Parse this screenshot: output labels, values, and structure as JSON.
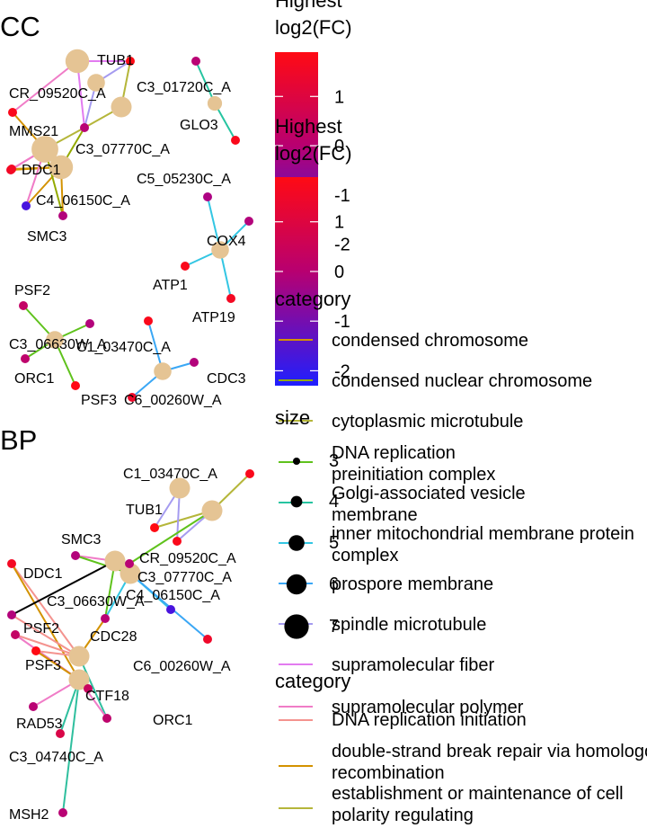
{
  "chart_data": [
    {
      "type": "network",
      "panel": "CC",
      "nodes": [
        {
          "id": "TUB1",
          "kind": "gene",
          "fc": 1.9
        },
        {
          "id": "C3_01720C_A",
          "kind": "gene",
          "fc": 0.6
        },
        {
          "id": "CR_09520C_A",
          "kind": "gene",
          "fc": 1.8
        },
        {
          "id": "GLO3",
          "kind": "gene",
          "fc": 1.8
        },
        {
          "id": "MMS21",
          "kind": "gene",
          "fc": 1.6
        },
        {
          "id": "C3_07770C_A",
          "kind": "gene",
          "fc": 0.6
        },
        {
          "id": "DDC1",
          "kind": "gene",
          "fc": 1.7
        },
        {
          "id": "C4_06150C_A",
          "kind": "gene",
          "fc": -1.5
        },
        {
          "id": "C5_05230C_A",
          "kind": "gene",
          "fc": 0.4
        },
        {
          "id": "SMC3",
          "kind": "gene",
          "fc": 0.5
        },
        {
          "id": "COX4",
          "kind": "gene",
          "fc": 0.5
        },
        {
          "id": "ATP1",
          "kind": "gene",
          "fc": 1.8
        },
        {
          "id": "ATP19",
          "kind": "gene",
          "fc": 1.7
        },
        {
          "id": "PSF2",
          "kind": "gene",
          "fc": 0.8
        },
        {
          "id": "C3_06630W_A",
          "kind": "gene",
          "fc": 0.5
        },
        {
          "id": "C1_03470C_A",
          "kind": "gene",
          "fc": 1.8
        },
        {
          "id": "ORC1",
          "kind": "gene",
          "fc": 0.7
        },
        {
          "id": "CDC3",
          "kind": "gene",
          "fc": 0.5
        },
        {
          "id": "PSF3",
          "kind": "gene",
          "fc": 1.9
        },
        {
          "id": "C6_00260W_A",
          "kind": "gene",
          "fc": 1.6
        },
        {
          "id": "",
          "kind": "category",
          "category": "supramolecular fiber",
          "size": 6
        },
        {
          "id": "",
          "kind": "category",
          "category": "cytoplasmic microtubule",
          "size": 5
        },
        {
          "id": "",
          "kind": "category",
          "category": "spindle microtubule",
          "size": 4
        },
        {
          "id": "",
          "kind": "category",
          "category": "Golgi-associated vesicle membrane",
          "size": 3
        },
        {
          "id": "",
          "kind": "category",
          "category": "condensed chromosome",
          "size": 7
        },
        {
          "id": "",
          "kind": "category",
          "category": "condensed nuclear chromosome",
          "size": 6
        },
        {
          "id": "",
          "kind": "category",
          "category": "inner mitochondrial membrane protein complex",
          "size": 4
        },
        {
          "id": "",
          "kind": "category",
          "category": "DNA replication preinitiation complex",
          "size": 4
        },
        {
          "id": "",
          "kind": "category",
          "category": "prospore membrane",
          "size": 4
        }
      ],
      "colorbar": {
        "title": "Highest log2(FC)",
        "ticks": [
          "1",
          "0",
          "-1",
          "-2"
        ],
        "range": [
          -2.3,
          1.9
        ],
        "low_color": "#1f1fff",
        "high_color": "#ff0a14"
      }
    },
    {
      "type": "network",
      "panel": "BP",
      "nodes": [
        {
          "id": "C1_03470C_A",
          "kind": "gene",
          "fc": 1.8
        },
        {
          "id": "TUB1",
          "kind": "gene",
          "fc": 1.9
        },
        {
          "id": "SMC3",
          "kind": "gene",
          "fc": 0.5
        },
        {
          "id": "CR_09520C_A",
          "kind": "gene",
          "fc": 1.8
        },
        {
          "id": "DDC1",
          "kind": "gene",
          "fc": 1.7
        },
        {
          "id": "C3_07770C_A",
          "kind": "gene",
          "fc": 0.6
        },
        {
          "id": "C3_06630W_A",
          "kind": "gene",
          "fc": 0.5
        },
        {
          "id": "C4_06150C_A",
          "kind": "gene",
          "fc": -1.5
        },
        {
          "id": "PSF2",
          "kind": "gene",
          "fc": 0.8
        },
        {
          "id": "CDC28",
          "kind": "gene",
          "fc": 0.6
        },
        {
          "id": "C6_00260W_A",
          "kind": "gene",
          "fc": 1.6
        },
        {
          "id": "PSF3",
          "kind": "gene",
          "fc": 1.9
        },
        {
          "id": "CTF18",
          "kind": "gene",
          "fc": 0.9
        },
        {
          "id": "RAD53",
          "kind": "gene",
          "fc": 0.6
        },
        {
          "id": "ORC1",
          "kind": "gene",
          "fc": 0.7
        },
        {
          "id": "C3_04740C_A",
          "kind": "gene",
          "fc": 1.2
        },
        {
          "id": "MSH2",
          "kind": "gene",
          "fc": 0.6
        }
      ]
    }
  ],
  "legend": {
    "size_title": "size",
    "size_values": [
      "3",
      "4",
      "5",
      "6",
      "7"
    ],
    "category_title": "category",
    "cc_categories": [
      {
        "label": "condensed chromosome",
        "color": "#d39200"
      },
      {
        "label": "condensed nuclear chromosome",
        "color": "#93aa00"
      },
      {
        "label": "cytoplasmic microtubule",
        "color": "#b5b63a"
      },
      {
        "label": "DNA replication preinitiation complex",
        "color": "#5fc21c"
      },
      {
        "label": "Golgi-associated vesicle membrane",
        "color": "#26c4a0"
      },
      {
        "label": "inner mitochondrial membrane protein complex",
        "color": "#33c6e3"
      },
      {
        "label": "prospore membrane",
        "color": "#3aa7f5"
      },
      {
        "label": "spindle microtubule",
        "color": "#a59bf0"
      },
      {
        "label": "supramolecular fiber",
        "color": "#e27bf0"
      },
      {
        "label": "supramolecular polymer",
        "color": "#f07cc7"
      }
    ],
    "bp_categories": [
      {
        "label": "DNA replication initiation",
        "color": "#f4938f"
      },
      {
        "label": "double-strand break repair via homologous recombination",
        "color": "#d39200"
      },
      {
        "label": "establishment or maintenance of cell polarity regulating",
        "color": "#b5b63a"
      }
    ]
  }
}
